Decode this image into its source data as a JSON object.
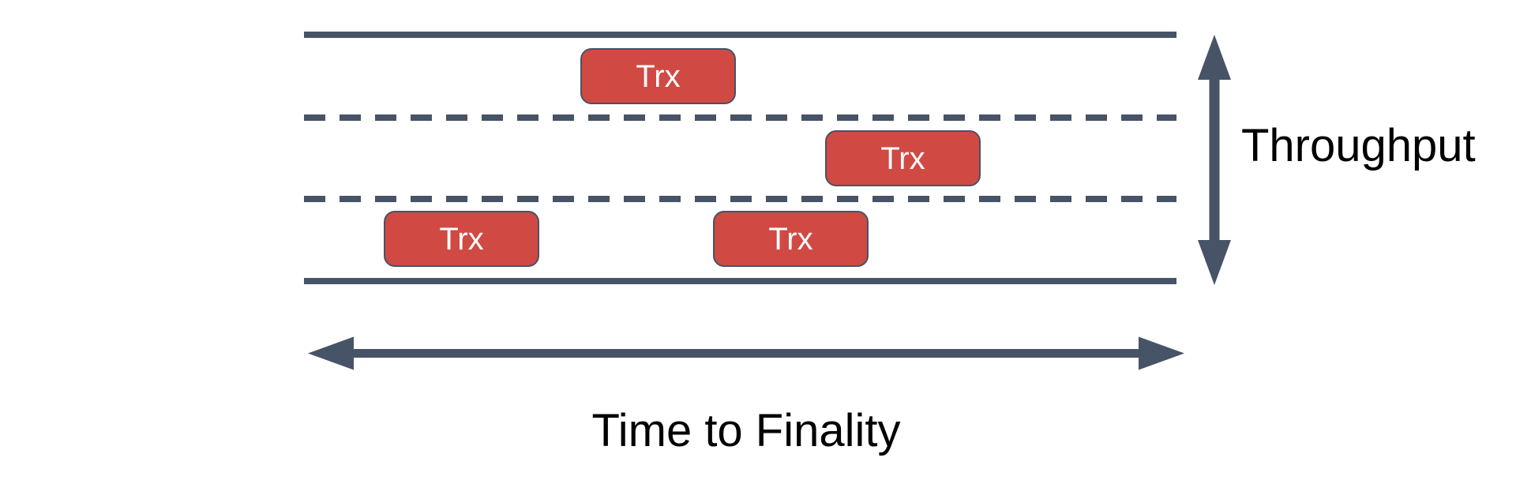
{
  "labels": {
    "throughput": "Throughput",
    "time_to_finality": "Time to Finality"
  },
  "transactions": [
    {
      "label": "Trx",
      "lane": "top"
    },
    {
      "label": "Trx",
      "lane": "middle"
    },
    {
      "label": "Trx",
      "lane": "bottom"
    },
    {
      "label": "Trx",
      "lane": "bottom"
    }
  ],
  "lanes": {
    "count": 3,
    "top_edge": "solid",
    "dividers": "dashed",
    "bottom_edge": "solid"
  },
  "colors": {
    "background": "#FFFFFF",
    "road_lines": "#475366",
    "arrows": "#475366",
    "transaction_fill": "#D04A43",
    "transaction_border": "#475366",
    "transaction_text": "#FFFFFF",
    "label_text": "#000000"
  }
}
